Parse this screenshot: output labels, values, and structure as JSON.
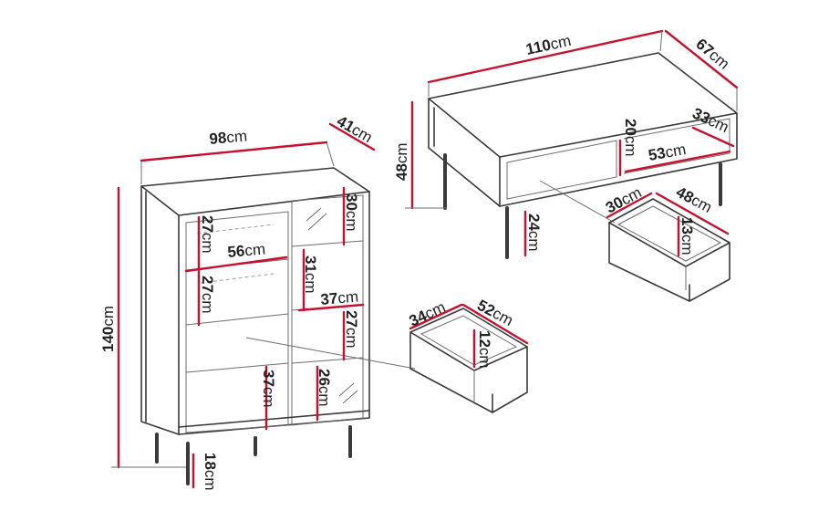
{
  "colors": {
    "outline": "#3a3a3a",
    "dimension": "#c8102e",
    "text": "#222222"
  },
  "cabinet": {
    "width": "98",
    "depth": "41",
    "height": "140",
    "legs": "18",
    "shelf_width": "56",
    "upper_left_shelf": "27",
    "middle_left_shelf": "27",
    "lower_left_compartment": "37",
    "right_top_compartment": "30",
    "right_second_compartment": "31",
    "right_drawer_width": "37",
    "right_third_compartment": "27",
    "right_bottom_compartment": "26",
    "unit": "cm"
  },
  "cabinet_drawer": {
    "depth": "34",
    "width": "52",
    "height": "12",
    "unit": "cm"
  },
  "table": {
    "width": "110",
    "depth": "67",
    "height": "48",
    "legs": "24",
    "drawer_front_height": "20",
    "shelf_width": "53",
    "shelf_depth": "33",
    "unit": "cm"
  },
  "table_drawer": {
    "depth": "30",
    "width": "48",
    "height": "13",
    "unit": "cm"
  }
}
